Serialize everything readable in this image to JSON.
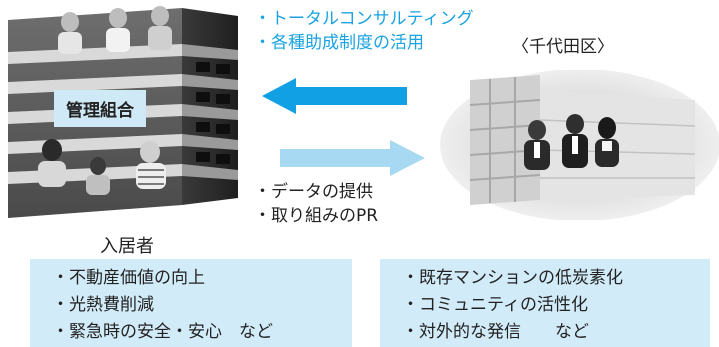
{
  "district": "〈千代田区〉",
  "consult_items": [
    "・トータルコンサルティング",
    "・各種助成制度の活用"
  ],
  "resident_items": [
    "・データの提供",
    "・取り組みのPR"
  ],
  "union_label": "管理組合",
  "residents_label": "入居者",
  "resident_benefits": [
    "・不動産価値の向上",
    "・光熱費削減",
    "・緊急時の安全・安心　など"
  ],
  "district_benefits": [
    "・既存マンションの低炭素化",
    "・コミュニティの活性化",
    "・対外的な発信　　など"
  ],
  "colors": {
    "accent_blue": "#1aa3e0",
    "arrow_dark": "#12a0e4",
    "arrow_light": "#a8d9f2",
    "box_fill": "#d2ebf8",
    "badge_fill": "#cfe9f7"
  }
}
